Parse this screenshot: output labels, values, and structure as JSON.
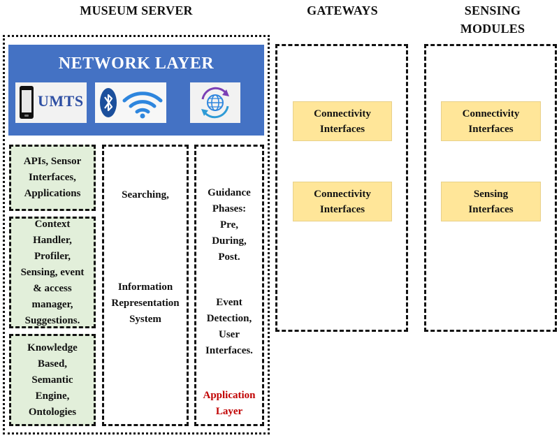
{
  "headers": {
    "museum_server": "MUSEUM SERVER",
    "gateways": "GATEWAYS",
    "sensing_modules_line1": "SENSING",
    "sensing_modules_line2": "MODULES"
  },
  "network_layer": {
    "title": "NETWORK LAYER",
    "umts_label": "UMTS",
    "icons": [
      "mobile-phone-icon",
      "bluetooth-icon",
      "wifi-icon",
      "globe-sync-icon"
    ],
    "colors": {
      "background": "#4472c4",
      "icon_fg": "#2e4fa3"
    }
  },
  "server_left_column": [
    {
      "line1": "APIs, Sensor",
      "line2": "Interfaces,",
      "line3": "Applications"
    },
    {
      "line1": "Context",
      "line2": "Handler,",
      "line3": "Profiler,",
      "line4": "Sensing, event",
      "line5": "& access",
      "line6": "manager,",
      "line7": "Suggestions."
    },
    {
      "line1": "Knowledge",
      "line2": "Based,",
      "line3": "Semantic",
      "line4": "Engine,",
      "line5": "Ontologies"
    }
  ],
  "server_middle_column": {
    "searching": "Searching,",
    "info_line1": "Information",
    "info_line2": "Representation",
    "info_line3": "System"
  },
  "server_right_column": {
    "guidance_line1": "Guidance",
    "guidance_line2": "Phases:",
    "guidance_line3": "Pre,",
    "guidance_line4": "During,",
    "guidance_line5": "Post.",
    "event_line1": "Event",
    "event_line2": "Detection,",
    "event_line3": "User",
    "event_line4": "Interfaces.",
    "app_line1": "Application",
    "app_line2": "Layer"
  },
  "gateways": {
    "box1_line1": "Connectivity",
    "box1_line2": "Interfaces",
    "box2_line1": "Connectivity",
    "box2_line2": "Interfaces"
  },
  "sensing_modules": {
    "box1_line1": "Connectivity",
    "box1_line2": "Interfaces",
    "box2_line1": "Sensing",
    "box2_line2": "Interfaces"
  },
  "colors": {
    "green_fill": "#e2efda",
    "yellow_fill": "#ffe699",
    "application_layer_text": "#c00000"
  }
}
